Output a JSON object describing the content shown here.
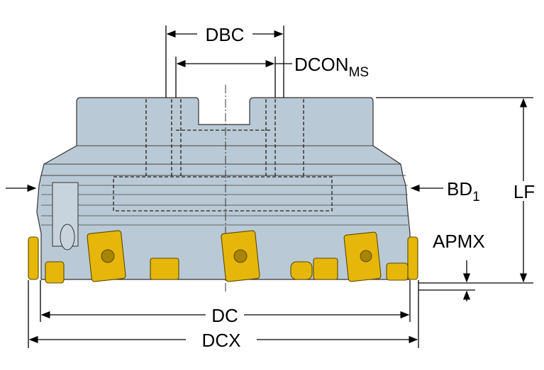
{
  "labels": {
    "dbc": "DBC",
    "dcon": "DCON",
    "dcon_sub": "MS",
    "bd": "BD",
    "bd_sub": "1",
    "lf": "LF",
    "apmx": "APMX",
    "dc": "DC",
    "dcx": "DCX"
  },
  "colors": {
    "body": "#b9c9d5",
    "insert": "#e6b70a"
  }
}
